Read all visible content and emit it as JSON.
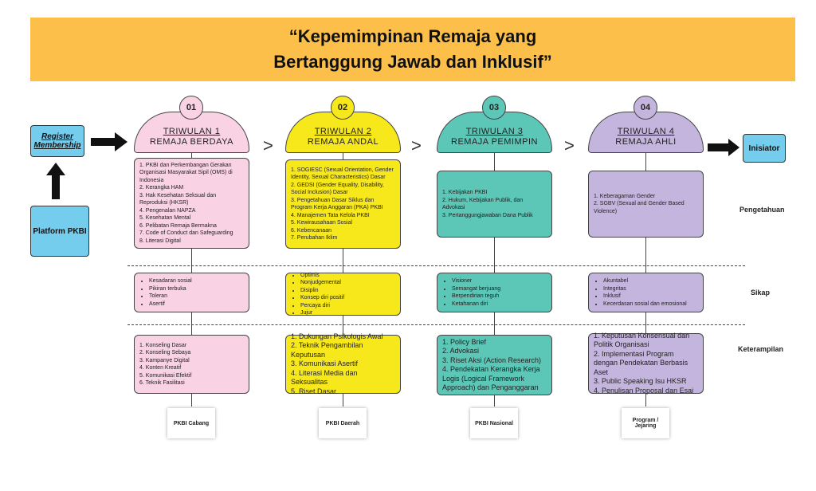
{
  "title": {
    "line1": "“Kepemimpinan Remaja yang",
    "line2": "Bertanggung Jawab dan Inklusif”"
  },
  "left": {
    "register": "Register Membership",
    "platform": "Platform PKBI"
  },
  "right": {
    "inisiator": "Inisiator"
  },
  "row_labels": {
    "pengetahuan": "Pengetahuan",
    "sikap": "Sikap",
    "keterampilan": "Keterampilan"
  },
  "colors": {
    "pink": "#f9d3e3",
    "yellow": "#f7e81c",
    "teal": "#5cc6b7",
    "purple": "#c4b5de",
    "blue": "#75cdee",
    "orange": "#fbbf4a"
  },
  "columns": [
    {
      "num": "01",
      "quarter": "TRIWULAN 1",
      "name": "REMAJA BERDAYA",
      "color": "#f9d3e3",
      "pengetahuan": [
        "1. PKBI dan Perkembangan Gerakan Organisasi Masyarakat Sipil (OMS) di Indonesia",
        "2. Kerangka HAM",
        "3. Hak Kesehatan Seksual dan Reproduksi (HKSR)",
        "4. Pengenalan NAPZA",
        "5. Kesehatan Mental",
        "6. Pelibatan Remaja Bermakna",
        "7. Code of Conduct dan Safeguarding",
        "8. Literasi Digital"
      ],
      "sikap": [
        "Kesadaran sosial",
        "Pikiran terbuka",
        "Toleran",
        "Asertif"
      ],
      "keterampilan": [
        "1. Konseling Dasar",
        "2. Konseling Sebaya",
        "3. Kampanye Digital",
        "4. Konten Kreatif",
        "5. Komunikasi Efektif",
        "6. Teknik Fasilitasi"
      ],
      "footer": "PKBI Cabang"
    },
    {
      "num": "02",
      "quarter": "TRIWULAN 2",
      "name": "REMAJA ANDAL",
      "color": "#f7e81c",
      "pengetahuan": [
        "1. SOGIESC (Sexual Orientation, Gender Identity, Sexual Characteristics) Dasar",
        "2. GEDSI (Gender Equality, Disability, Social Inclusion) Dasar",
        "3. Pengetahuan Dasar Siklus dan Program Kerja Anggaran (PKA) PKBI",
        "4. Manajemen Tata Kelola PKBI",
        "5. Kewirausahaan Sosial",
        "6. Kebencanaan",
        "7. Perubahan Iklim"
      ],
      "sikap": [
        "Optimis",
        "Nonjudgemental",
        "Disiplin",
        "Konsep diri positif",
        "Percaya diri",
        "Jujur"
      ],
      "keterampilan": [
        "1. Dukungan Psikologis Awal",
        "2. Teknik Pengambilan Keputusan",
        "3. Komunikasi Asertif",
        "4. Literasi Media dan Seksualitas",
        "5. Riset Dasar"
      ],
      "footer": "PKBI Daerah"
    },
    {
      "num": "03",
      "quarter": "TRIWULAN 3",
      "name": "REMAJA PEMIMPIN",
      "color": "#5cc6b7",
      "pengetahuan": [
        "1. Kebijakan PKBI",
        "2. Hukum, Kebijakan Publik, dan Advokasi",
        "3. Pertanggungjawaban Dana Publik"
      ],
      "sikap": [
        "Visioner",
        "Semangat berjuang",
        "Berpendirian teguh",
        "Ketahanan diri"
      ],
      "keterampilan": [
        "1. Policy Brief",
        "2. Advokasi",
        "3. Riset Aksi (Action Research)",
        "4. Pendekatan Kerangka Kerja Logis (Logical Framework Approach) dan Penganggaran"
      ],
      "footer": "PKBI Nasional"
    },
    {
      "num": "04",
      "quarter": "TRIWULAN 4",
      "name": "REMAJA AHLI",
      "color": "#c4b5de",
      "pengetahuan": [
        "1. Keberagaman Gender",
        "2. SGBV (Sexual and Gender Based Violence)"
      ],
      "sikap": [
        "Akuntabel",
        "Integritas",
        "Inklusif",
        "Kecerdasan sosial dan emosional"
      ],
      "keterampilan": [
        "1. Keputusan Konsensual dan Politik Organisasi",
        "2. Implementasi Program dengan Pendekatan Berbasis Aset",
        "3. Public Speaking Isu HKSR",
        "4. Penulisan Proposal dan Esai"
      ],
      "footer": "Program / Jejaring"
    }
  ]
}
